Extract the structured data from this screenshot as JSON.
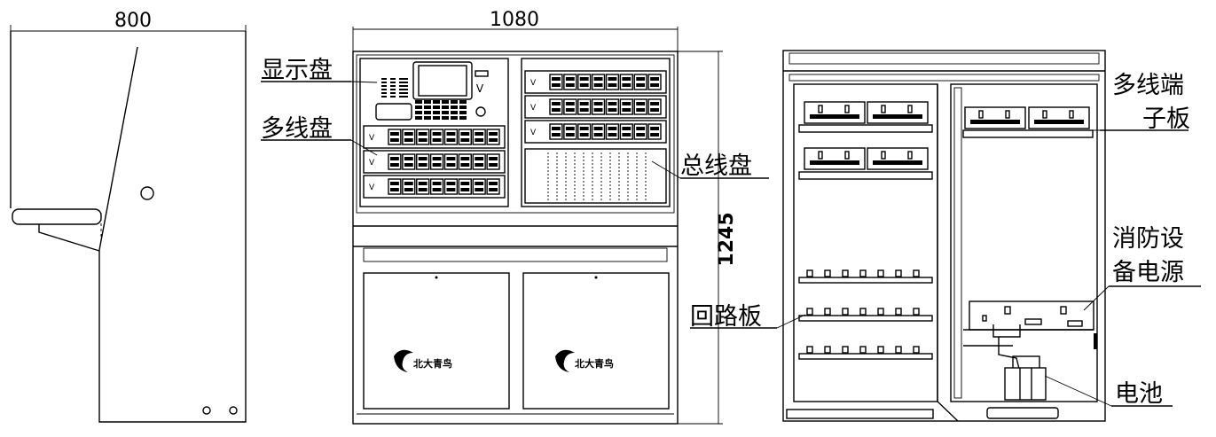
{
  "dimensions": {
    "side_width": "800",
    "front_width": "1080",
    "front_height": "1245"
  },
  "labels": {
    "display_panel": "显示盘",
    "multiline_panel": "多线盘",
    "bus_panel": "总线盘",
    "multiline_terminal_line1": "多线端",
    "multiline_terminal_line2": "子板",
    "loop_board": "回路板",
    "power_line1": "消防设",
    "power_line2": "备电源",
    "battery": "电池"
  },
  "brand": {
    "logo_text": "北大青鸟"
  },
  "colors": {
    "line": "#000000",
    "background": "#ffffff"
  }
}
